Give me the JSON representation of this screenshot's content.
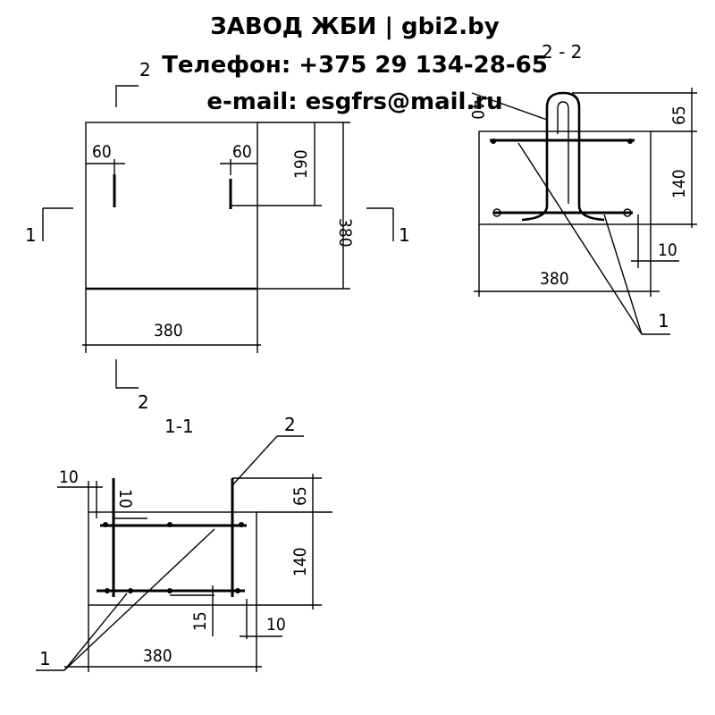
{
  "header": {
    "line1": "ЗАВОД ЖБИ | gbi2.by",
    "line2": "Телефон: +375 29 134-28-65",
    "line3": "e-mail: esgfrs@mail.ru"
  },
  "plan": {
    "dim_60_left": "60",
    "dim_60_right": "60",
    "dim_190": "190",
    "dim_380_height": "380",
    "dim_380_width": "380",
    "cut_2_top": "2",
    "cut_2_bottom": "2",
    "cut_1_left": "1",
    "cut_1_right": "1"
  },
  "section_2_2": {
    "title": "2 - 2",
    "dim_40": "40",
    "dim_65": "65",
    "dim_140": "140",
    "dim_10": "10",
    "dim_380": "380",
    "leader_1": "1"
  },
  "section_1_1": {
    "title": "1-1",
    "leader_2": "2",
    "dim_10_left": "10",
    "dim_10_inner": "10",
    "dim_65": "65",
    "dim_140": "140",
    "dim_15": "15",
    "dim_10_right": "10",
    "dim_380": "380",
    "leader_1": "1"
  }
}
